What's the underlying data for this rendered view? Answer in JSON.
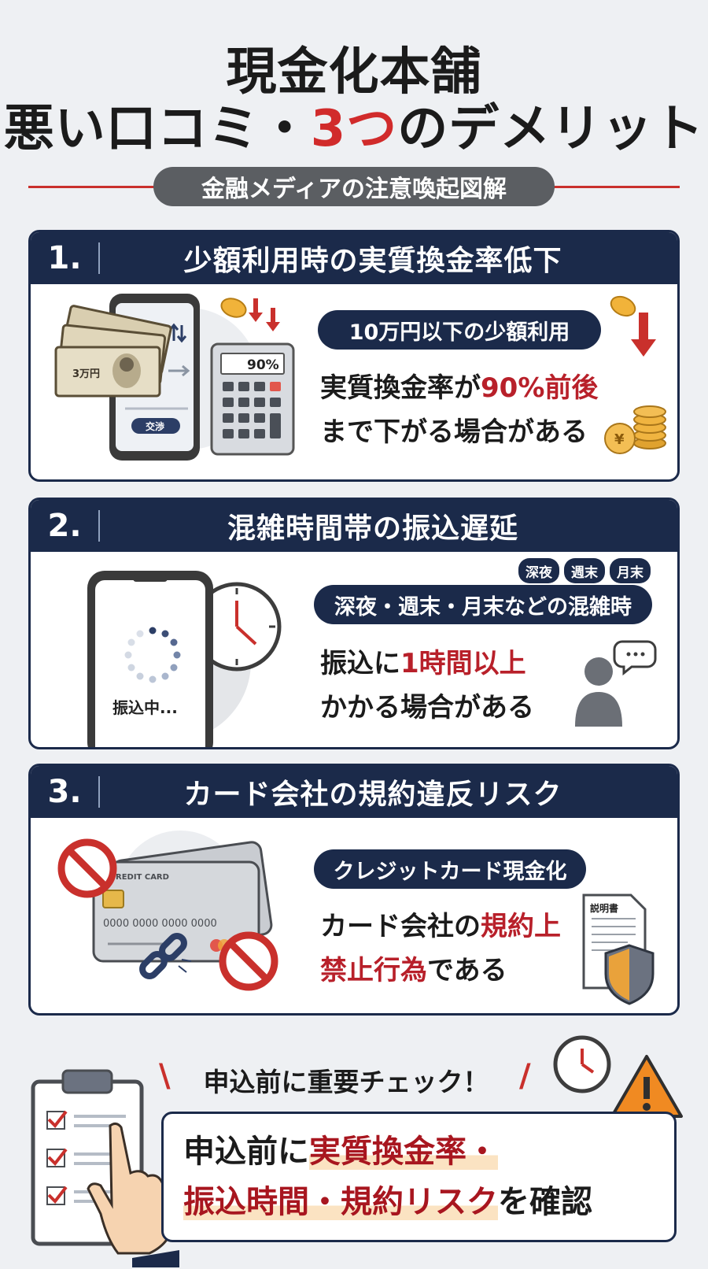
{
  "title": {
    "line1": "現金化本舗",
    "line2_pre": "悪い口コミ・",
    "line2_red": "3つ",
    "line2_post": "のデメリット"
  },
  "subtitle": "金融メディアの注意喚起図解",
  "sections": [
    {
      "number": "1.",
      "title": "少額利用時の実質換金率低下",
      "pill": "10万円以下の少額利用",
      "text_pre": "実質換金率が",
      "text_red": "90%前後",
      "text_line2": "まで下がる場合がある",
      "illustration": {
        "bill_label": "3万円",
        "button_label": "交渉",
        "calculator_display": "90%"
      }
    },
    {
      "number": "2.",
      "title": "混雑時間帯の振込遅延",
      "tags": [
        "深夜",
        "週末",
        "月末"
      ],
      "pill": "深夜・週末・月末などの混雑時",
      "text_pre": "振込に",
      "text_red": "1時間以上",
      "text_line2": "かかる場合がある",
      "illustration": {
        "phone_label": "振込中..."
      }
    },
    {
      "number": "3.",
      "title": "カード会社の規約違反リスク",
      "pill": "クレジットカード現金化",
      "text_pre": "カード会社の",
      "text_red": "規約上",
      "text_line2_red": "禁止行為",
      "text_line2_post": "である",
      "illustration": {
        "card_label": "REDIT CARD",
        "card_number": "0000 0000 0000 0000",
        "document_label": "説明書"
      }
    }
  ],
  "bottom": {
    "check_heading": "申込前に重要チェック！",
    "line1_pre": "申込前に",
    "line1_hl": "実質換金率・",
    "line2_hl": "振込時間・規約リスク",
    "line2_post": "を確認"
  },
  "colors": {
    "navy": "#1b2a4a",
    "red": "#d12b2b",
    "dark_red": "#b8202a",
    "gray_pill": "#5b5e62",
    "background": "#eef0f3"
  },
  "icons": [
    "bills-icon",
    "smartphone-icon",
    "coin-icon",
    "down-arrow-icon",
    "calculator-icon",
    "yen-coins-icon",
    "loading-spinner-icon",
    "clock-icon",
    "person-icon",
    "speech-bubble-icon",
    "credit-card-icon",
    "prohibited-icon",
    "broken-chain-icon",
    "document-icon",
    "shield-icon",
    "clipboard-checklist-icon",
    "pointing-hand-icon",
    "warning-icon"
  ]
}
